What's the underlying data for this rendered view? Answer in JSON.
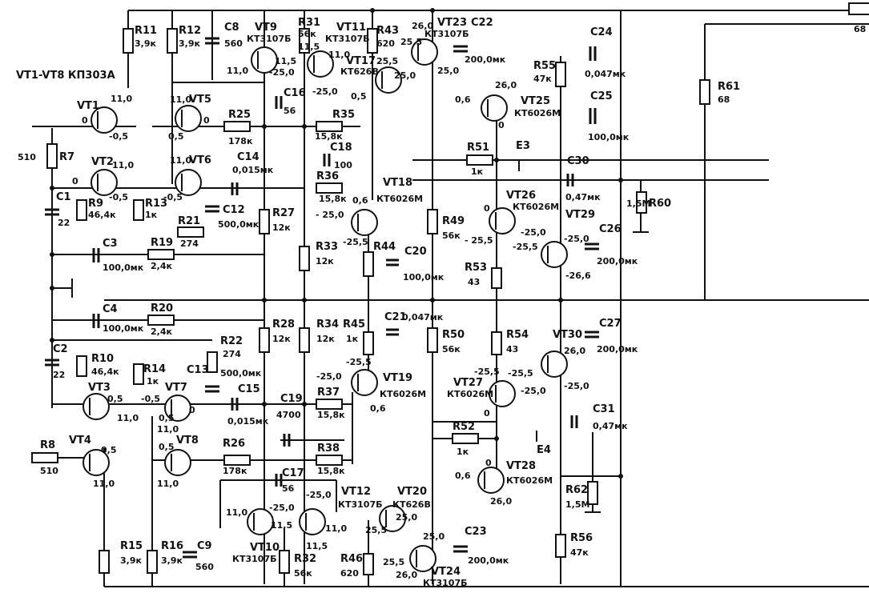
{
  "header": {
    "transistors_note": "VT1-VT8 КП303А"
  },
  "resistors": [
    {
      "id": "R11",
      "label": "R11",
      "value": "3,9к"
    },
    {
      "id": "R12",
      "label": "R12",
      "value": "3,9к"
    },
    {
      "id": "R31",
      "label": "R31",
      "value": "56к"
    },
    {
      "id": "R43",
      "label": "R43",
      "value": "620"
    },
    {
      "id": "R7",
      "label": "R7",
      "value": "510"
    },
    {
      "id": "R9",
      "label": "R9",
      "value": "46,4к"
    },
    {
      "id": "R13",
      "label": "R13",
      "value": "1к"
    },
    {
      "id": "R25",
      "label": "R25",
      "value": "178к"
    },
    {
      "id": "R35",
      "label": "R35",
      "value": "15,8к"
    },
    {
      "id": "R36",
      "label": "R36",
      "value": "15,8к"
    },
    {
      "id": "R21",
      "label": "R21",
      "value": "274"
    },
    {
      "id": "R19",
      "label": "R19",
      "value": "2,4к"
    },
    {
      "id": "R27",
      "label": "R27",
      "value": "12к"
    },
    {
      "id": "R33",
      "label": "R33",
      "value": "12к"
    },
    {
      "id": "R44",
      "label": "R44",
      "value": ""
    },
    {
      "id": "R49",
      "label": "R49",
      "value": "56к"
    },
    {
      "id": "R51",
      "label": "R51",
      "value": "1к"
    },
    {
      "id": "R53",
      "label": "R53",
      "value": "43"
    },
    {
      "id": "R55",
      "label": "R55",
      "value": "47к"
    },
    {
      "id": "R61",
      "label": "R61",
      "value": "68"
    },
    {
      "id": "R60",
      "label": "R60",
      "value": "1,5М"
    },
    {
      "id": "R20",
      "label": "R20",
      "value": "2,4к"
    },
    {
      "id": "R10",
      "label": "R10",
      "value": "46,4к"
    },
    {
      "id": "R14",
      "label": "R14",
      "value": "1к"
    },
    {
      "id": "R22",
      "label": "R22",
      "value": "274"
    },
    {
      "id": "R28",
      "label": "R28",
      "value": "12к"
    },
    {
      "id": "R34",
      "label": "R34",
      "value": "12к"
    },
    {
      "id": "R45",
      "label": "R45",
      "value": "1к"
    },
    {
      "id": "R50",
      "label": "R50",
      "value": "56к"
    },
    {
      "id": "R54",
      "label": "R54",
      "value": "43"
    },
    {
      "id": "R37",
      "label": "R37",
      "value": "15,8к"
    },
    {
      "id": "R38",
      "label": "R38",
      "value": "15,8к"
    },
    {
      "id": "R26",
      "label": "R26",
      "value": "178к"
    },
    {
      "id": "R8",
      "label": "R8",
      "value": "510"
    },
    {
      "id": "R52",
      "label": "R52",
      "value": "1к"
    },
    {
      "id": "R62",
      "label": "R62",
      "value": "1,5М"
    },
    {
      "id": "R15",
      "label": "R15",
      "value": "3,9к"
    },
    {
      "id": "R16",
      "label": "R16",
      "value": "3,9к"
    },
    {
      "id": "R32",
      "label": "R32",
      "value": "56к"
    },
    {
      "id": "R46",
      "label": "R46",
      "value": "620"
    },
    {
      "id": "R56",
      "label": "R56",
      "value": "47к"
    },
    {
      "id": "R_top_right",
      "label": "",
      "value": "68"
    }
  ],
  "capacitors": [
    {
      "id": "C8",
      "label": "C8",
      "value": "560"
    },
    {
      "id": "C22",
      "label": "C22",
      "value": "200,0мк"
    },
    {
      "id": "C24",
      "label": "C24",
      "value": "0,047мк"
    },
    {
      "id": "C25",
      "label": "C25",
      "value": "100,0мк"
    },
    {
      "id": "C16",
      "label": "C16",
      "value": "56"
    },
    {
      "id": "C18",
      "label": "C18",
      "value": "100"
    },
    {
      "id": "C14",
      "label": "C14",
      "value": "0,015мк"
    },
    {
      "id": "C12",
      "label": "C12",
      "value": "500,0мк"
    },
    {
      "id": "C1",
      "label": "C1",
      "value": "22"
    },
    {
      "id": "C3",
      "label": "C3",
      "value": "100,0мк"
    },
    {
      "id": "C20",
      "label": "C20",
      "value": "100,0мк"
    },
    {
      "id": "C30",
      "label": "C30",
      "value": "0,47мк"
    },
    {
      "id": "C26",
      "label": "C26",
      "value": "200,0мк"
    },
    {
      "id": "C4",
      "label": "C4",
      "value": "100,0мк"
    },
    {
      "id": "C21",
      "label": "C21",
      "value": "0,047мк"
    },
    {
      "id": "C27",
      "label": "C27",
      "value": "200,0мк"
    },
    {
      "id": "C2",
      "label": "C2",
      "value": "22"
    },
    {
      "id": "C13",
      "label": "C13",
      "value": "500,0мк"
    },
    {
      "id": "C15",
      "label": "C15",
      "value": "0,015мк"
    },
    {
      "id": "C19",
      "label": "C19",
      "value": "4700"
    },
    {
      "id": "C31",
      "label": "C31",
      "value": "0,47мк"
    },
    {
      "id": "C17",
      "label": "C17",
      "value": "56"
    },
    {
      "id": "C23",
      "label": "C23",
      "value": "200,0мк"
    },
    {
      "id": "C9",
      "label": "C9",
      "value": "560"
    }
  ],
  "transistors": [
    {
      "id": "VT9",
      "label": "VT9",
      "type": "КТ3107Б"
    },
    {
      "id": "VT11",
      "label": "VT11",
      "type": "КТ3107Б"
    },
    {
      "id": "VT23",
      "label": "VT23",
      "type": "КТ3107Б"
    },
    {
      "id": "VT17",
      "label": "VT17",
      "type": "КТ626В"
    },
    {
      "id": "VT25",
      "label": "VT25",
      "type": "КТ6026М"
    },
    {
      "id": "VT1",
      "label": "VT1",
      "type": ""
    },
    {
      "id": "VT2",
      "label": "VT2",
      "type": ""
    },
    {
      "id": "VT5",
      "label": "VT5",
      "type": ""
    },
    {
      "id": "VT6",
      "label": "VT6",
      "type": ""
    },
    {
      "id": "VT18",
      "label": "VT18",
      "type": "КТ6026М"
    },
    {
      "id": "VT26",
      "label": "VT26",
      "type": "КТ6026М"
    },
    {
      "id": "VT29",
      "label": "VT29",
      "type": ""
    },
    {
      "id": "VT19",
      "label": "VT19",
      "type": "КТ6026М"
    },
    {
      "id": "VT30",
      "label": "VT30",
      "type": ""
    },
    {
      "id": "VT27",
      "label": "VT27",
      "type": "КТ6026М"
    },
    {
      "id": "VT3",
      "label": "VT3",
      "type": ""
    },
    {
      "id": "VT4",
      "label": "VT4",
      "type": ""
    },
    {
      "id": "VT7",
      "label": "VT7",
      "type": ""
    },
    {
      "id": "VT8",
      "label": "VT8",
      "type": ""
    },
    {
      "id": "VT28",
      "label": "VT28",
      "type": "КТ6026М"
    },
    {
      "id": "VT12",
      "label": "VT12",
      "type": "КТ3107Б"
    },
    {
      "id": "VT20",
      "label": "VT20",
      "type": "КТ626В"
    },
    {
      "id": "VT10",
      "label": "VT10",
      "type": "КТ3107Б"
    },
    {
      "id": "VT24",
      "label": "VT24",
      "type": "КТ3107Б"
    }
  ],
  "nodes": {
    "e3": "Е3",
    "e4": "Е4"
  },
  "voltages": {
    "v_0a": "0",
    "v_11_0a": "11,0",
    "v_m0_5a": "-0,5",
    "v_11_0b": "11,0",
    "v_0b": "0",
    "v_m0_5b": "-0,5",
    "v_11_0c": "11,0",
    "v_0c": "0",
    "v_0_5a": "0,5",
    "v_11_0d": "11,0",
    "v_m0_5c": "-0,5",
    "v_11_5a": "11,5",
    "v_11_0e": "11,0",
    "v_m25_0a": "-25,0",
    "v_11_5b": "11,5",
    "v_11_0f": "11,0",
    "v_m25_0b": "-25,0",
    "v_26_0a": "26,0",
    "v_25_5a": "25,5",
    "v_25_5b": "25,5",
    "v_25_0a": "25,0",
    "v_25_0b": "25,0",
    "v_0_5b": "0,5",
    "v_26_0b": "26,0",
    "v_0_6a": "0,6",
    "v_0d": "0",
    "v_0_6b": "0,6",
    "v_m25_0c": "- 25,0",
    "v_m25_5a": "-25,5",
    "v_0e": "0",
    "v_m25_5b": "- 25,5",
    "v_m25_0d": "-25,0",
    "v_m25_5c": "-25,5",
    "v_m25_0e": "-25,0",
    "v_m26_6": "-26,6",
    "v_m25_5d": "-25,5",
    "v_m25_0f": "-25,0",
    "v_0_6c": "0,6",
    "v_m25_5e": "-25,5",
    "v_m25_5f": "-25,5",
    "v_m25_0g": "-25,0",
    "v_m25_0h": "-25,0",
    "v_26_0c": "26,0",
    "v_0f": "0",
    "v_0_5c": "0,5",
    "v_11_0g": "11,0",
    "v_m0_5d": "-0,5",
    "v_0_5d": "0,5",
    "v_11_0h": "11,0",
    "v_0g": "0",
    "v_0_5e": "0,5",
    "v_11_0i": "11,0",
    "v_0_5f": "0,5",
    "v_11_0j": "11,0",
    "v_0_6d": "0,6",
    "v_0h": "0",
    "v_26_0d": "26,0",
    "v_m25_0i": "-25,0",
    "v_m25_0j": "-25,0",
    "v_11_0k": "11,0",
    "v_11_5c": "11,5",
    "v_11_5d": "11,5",
    "v_11_0l": "11,0",
    "v_25_5c": "25,5",
    "v_25_0c": "25,0",
    "v_25_0d": "25,0",
    "v_25_5d": "25,5",
    "v_26_0e": "26,0"
  }
}
